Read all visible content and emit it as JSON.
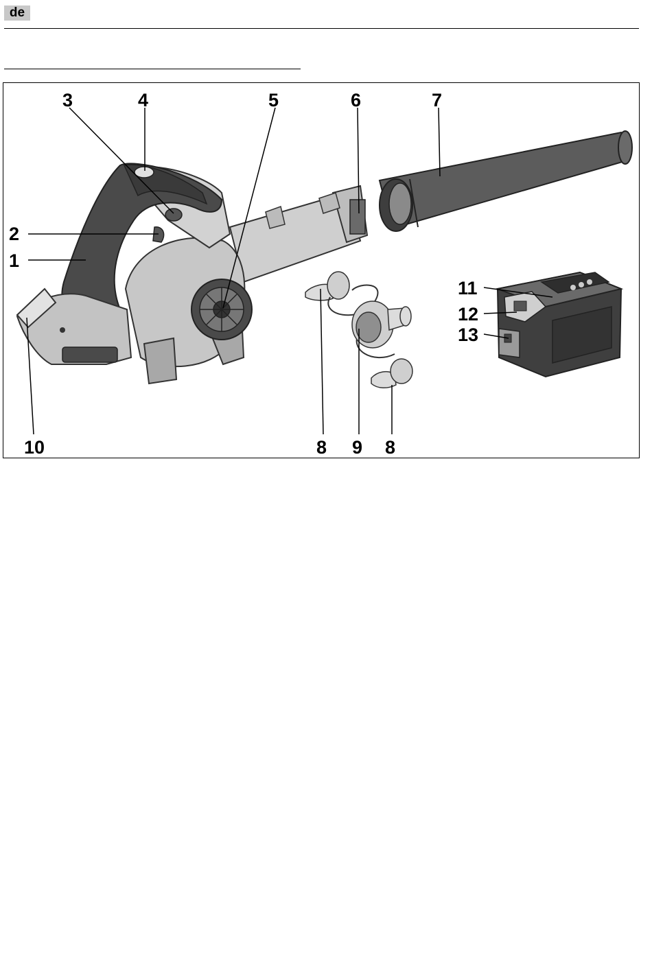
{
  "header": {
    "language_tag": "de"
  },
  "figure": {
    "callouts": [
      "1",
      "2",
      "3",
      "4",
      "5",
      "6",
      "7",
      "8",
      "9",
      "8",
      "10",
      "11",
      "12",
      "13"
    ]
  },
  "colors": {
    "body_gray": "#c9c9c9",
    "dark_gray": "#4a4a4a",
    "tube_gray": "#5c5c5c",
    "accent_gray": "#9a9a9a"
  }
}
